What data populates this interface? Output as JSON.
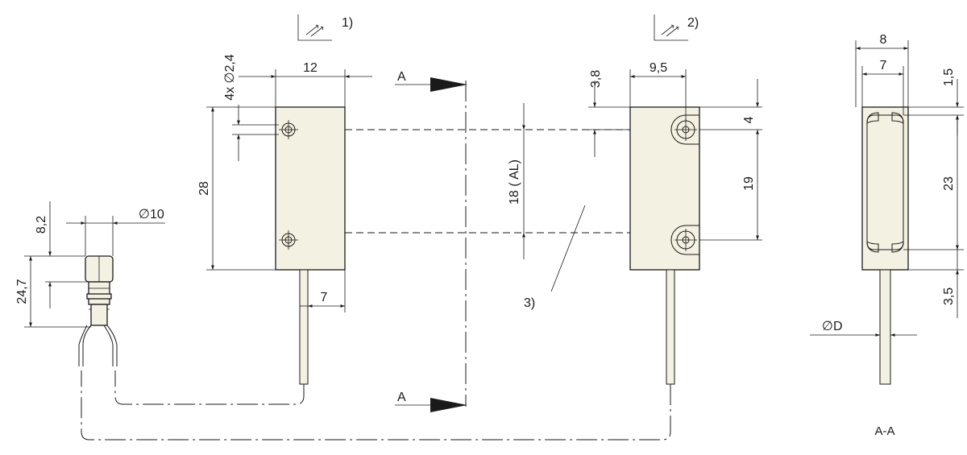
{
  "drawing": {
    "note_1": "1)",
    "note_2": "2)",
    "note_3": "3)",
    "section_arrow_top": "A",
    "section_arrow_bottom": "A",
    "section_view_label": "A-A"
  },
  "dimensions": {
    "hole_spec": "4x ∅2,4",
    "width_front": "12",
    "height_front": "28",
    "cable_offset": "7",
    "width_back": "9,5",
    "back_top_offset": "3,8",
    "back_hole_top": "4",
    "back_hole_pitch": "19",
    "actuation_distance": "18 ( AL)",
    "section_width_outer": "8",
    "section_width_inner": "7",
    "section_top": "1,5",
    "section_height": "23",
    "section_bottom": "3,5",
    "section_cable_dia": "∅D",
    "connector_dia": "∅10",
    "connector_top": "8,2",
    "connector_length": "24,7"
  }
}
